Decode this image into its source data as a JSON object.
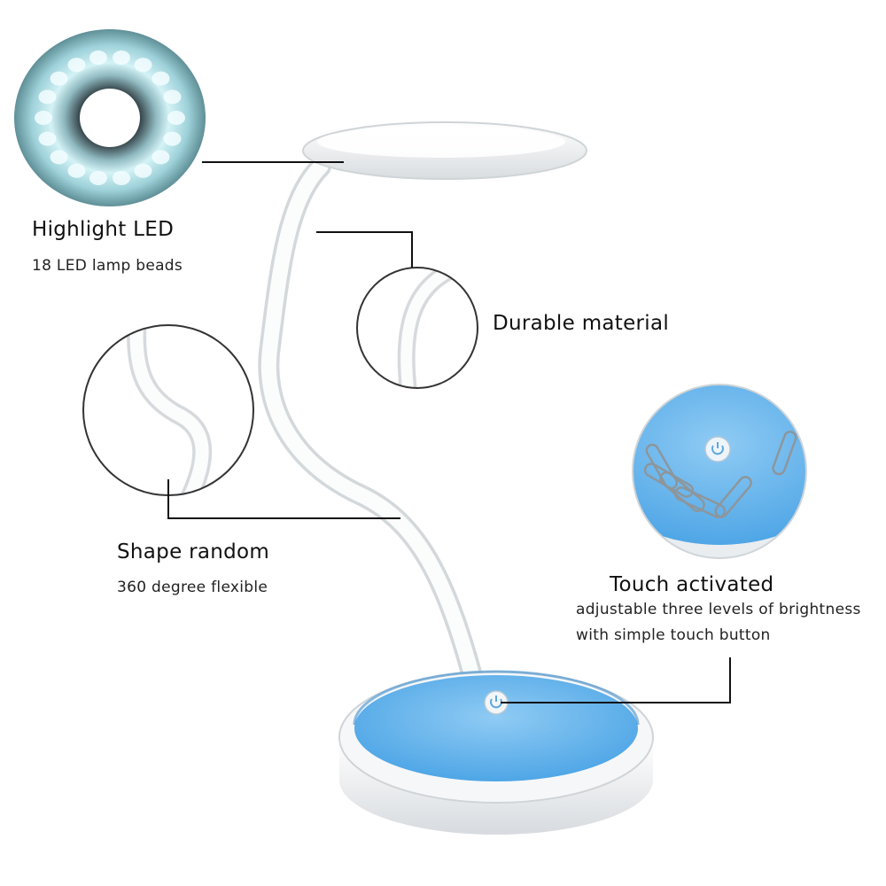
{
  "features": {
    "led": {
      "title": "Highlight LED",
      "subtitle": "18 LED lamp beads",
      "bead_count": 18
    },
    "material": {
      "title": "Durable material"
    },
    "shape": {
      "title": "Shape random",
      "subtitle": "360 degree flexible"
    },
    "touch": {
      "title": "Touch activated",
      "line1": "adjustable three levels of brightness",
      "line2": "with simple touch button"
    }
  },
  "colors": {
    "base_blue": "#5fb0ec",
    "led_glow": "#bfe9ef",
    "lamp_white": "#f4f6f7",
    "callout_line": "#111111"
  },
  "icons": [
    "power-icon"
  ]
}
